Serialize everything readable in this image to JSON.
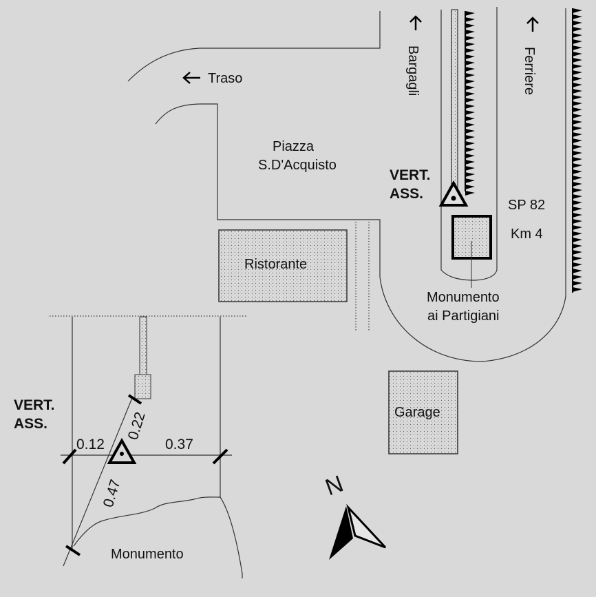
{
  "map": {
    "roads": {
      "traso": {
        "label": "Traso",
        "arrow": "left-arrow"
      },
      "bargagli": {
        "label": "Bargagli",
        "arrow": "up-arrow"
      },
      "ferriere": {
        "label": "Ferriere",
        "arrow": "up-arrow"
      }
    },
    "square": {
      "line1": "Piazza",
      "line2": "S.D'Acquisto"
    },
    "road_ref": {
      "line1": "SP 82",
      "line2": "Km 4"
    },
    "benchmark_main": {
      "line1": "VERT.",
      "line2": "ASS."
    },
    "monument_partisans": {
      "line1": "Monumento",
      "line2": "ai Partigiani"
    },
    "buildings": {
      "restaurant": "Ristorante",
      "garage": "Garage"
    },
    "north_arrow": {
      "label": "N"
    }
  },
  "detail_inset": {
    "benchmark": {
      "line1": "VERT.",
      "line2": "ASS."
    },
    "monument_label": "Monumento",
    "measurements": {
      "left": "0.12",
      "right": "0.37",
      "upper_diagonal": "0.22",
      "lower_diagonal": "0.47"
    }
  }
}
